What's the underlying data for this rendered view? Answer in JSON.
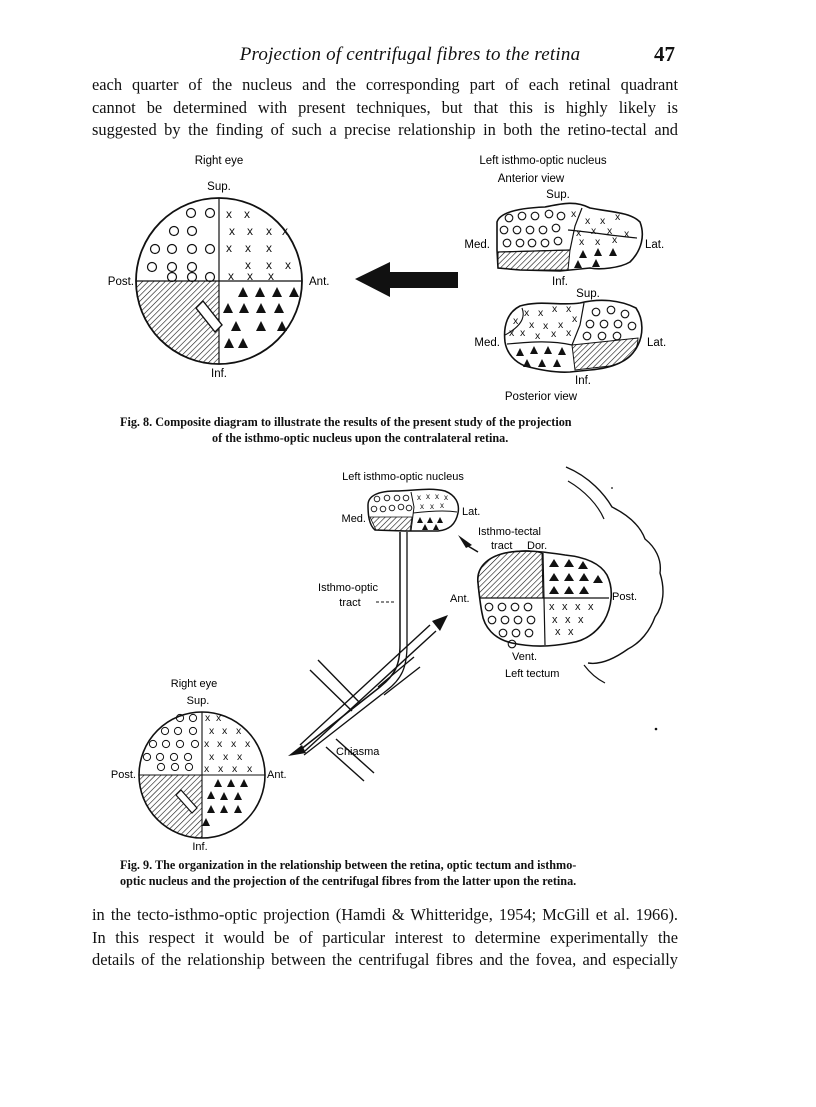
{
  "header": {
    "running_title": "Projection of centrifugal fibres to the retina",
    "page_number": "47"
  },
  "body_top": {
    "lines": [
      "each quarter of the nucleus and the corresponding part of each retinal quadrant",
      "cannot be determined with present techniques, but that this is highly likely is",
      "suggested by the finding of such a precise relationship in both the retino-tectal and"
    ]
  },
  "fig8": {
    "eye_title": "Right eye",
    "eye_sup": "Sup.",
    "eye_inf": "Inf.",
    "eye_post": "Post.",
    "eye_ant": "Ant.",
    "nucleus_title": "Left isthmo-optic nucleus",
    "anterior_view": "Anterior view",
    "ant_sup": "Sup.",
    "ant_med": "Med.",
    "ant_lat": "Lat.",
    "ant_inf": "Inf.",
    "post_sup": "Sup.",
    "post_med": "Med.",
    "post_lat": "Lat.",
    "post_inf": "Inf.",
    "posterior_view": "Posterior view",
    "caption_line1": "Fig. 8.  Composite diagram to illustrate the results of the present study of the projection",
    "caption_line2": "of the isthmo-optic nucleus upon the contralateral retina."
  },
  "fig9": {
    "nucleus_title": "Left isthmo-optic nucleus",
    "nucleus_med": "Med.",
    "nucleus_lat": "Lat.",
    "isthmo_tectal_1": "Isthmo-tectal",
    "isthmo_tectal_2": "tract",
    "tectum_dor": "Dor.",
    "isthmo_optic_1": "Isthmo-optic",
    "isthmo_optic_2": "tract",
    "tectum_ant": "Ant.",
    "tectum_post": "Post.",
    "tectum_vent": "Vent.",
    "tectum_title": "Left tectum",
    "eye_title": "Right eye",
    "eye_sup": "Sup.",
    "eye_post": "Post.",
    "eye_ant": "Ant.",
    "eye_inf": "Inf.",
    "chiasma": "Chiasma",
    "caption_line1": "Fig. 9.  The organization in the relationship between the retina, optic tectum and isthmo-",
    "caption_line2": "optic nucleus and the projection of the centrifugal fibres from the latter upon the retina."
  },
  "body_bottom": {
    "lines": [
      "in the tecto-isthmo-optic projection (Hamdi & Whitteridge, 1954; McGill et al. 1966).",
      "In this respect it would be of particular interest to determine experimentally the",
      "details of the relationship between the centrifugal fibres and the fovea, and especially"
    ]
  }
}
